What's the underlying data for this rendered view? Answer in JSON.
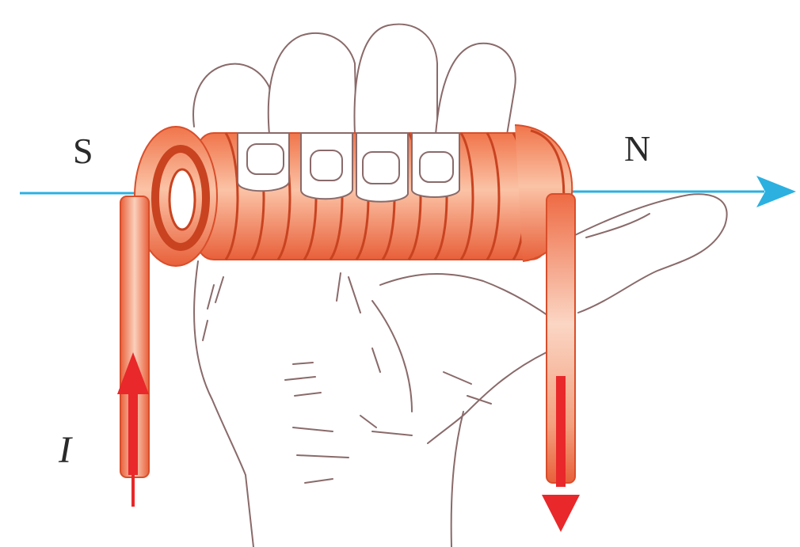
{
  "labels": {
    "south": "S",
    "north": "N",
    "current": "I"
  },
  "colors": {
    "axis_arrow": "#2bb0e0",
    "coil": "#e8603a",
    "coil_highlight": "#fbd0bc",
    "current_arrow": "#e8282a",
    "hand_outline": "#8a6a6a"
  }
}
